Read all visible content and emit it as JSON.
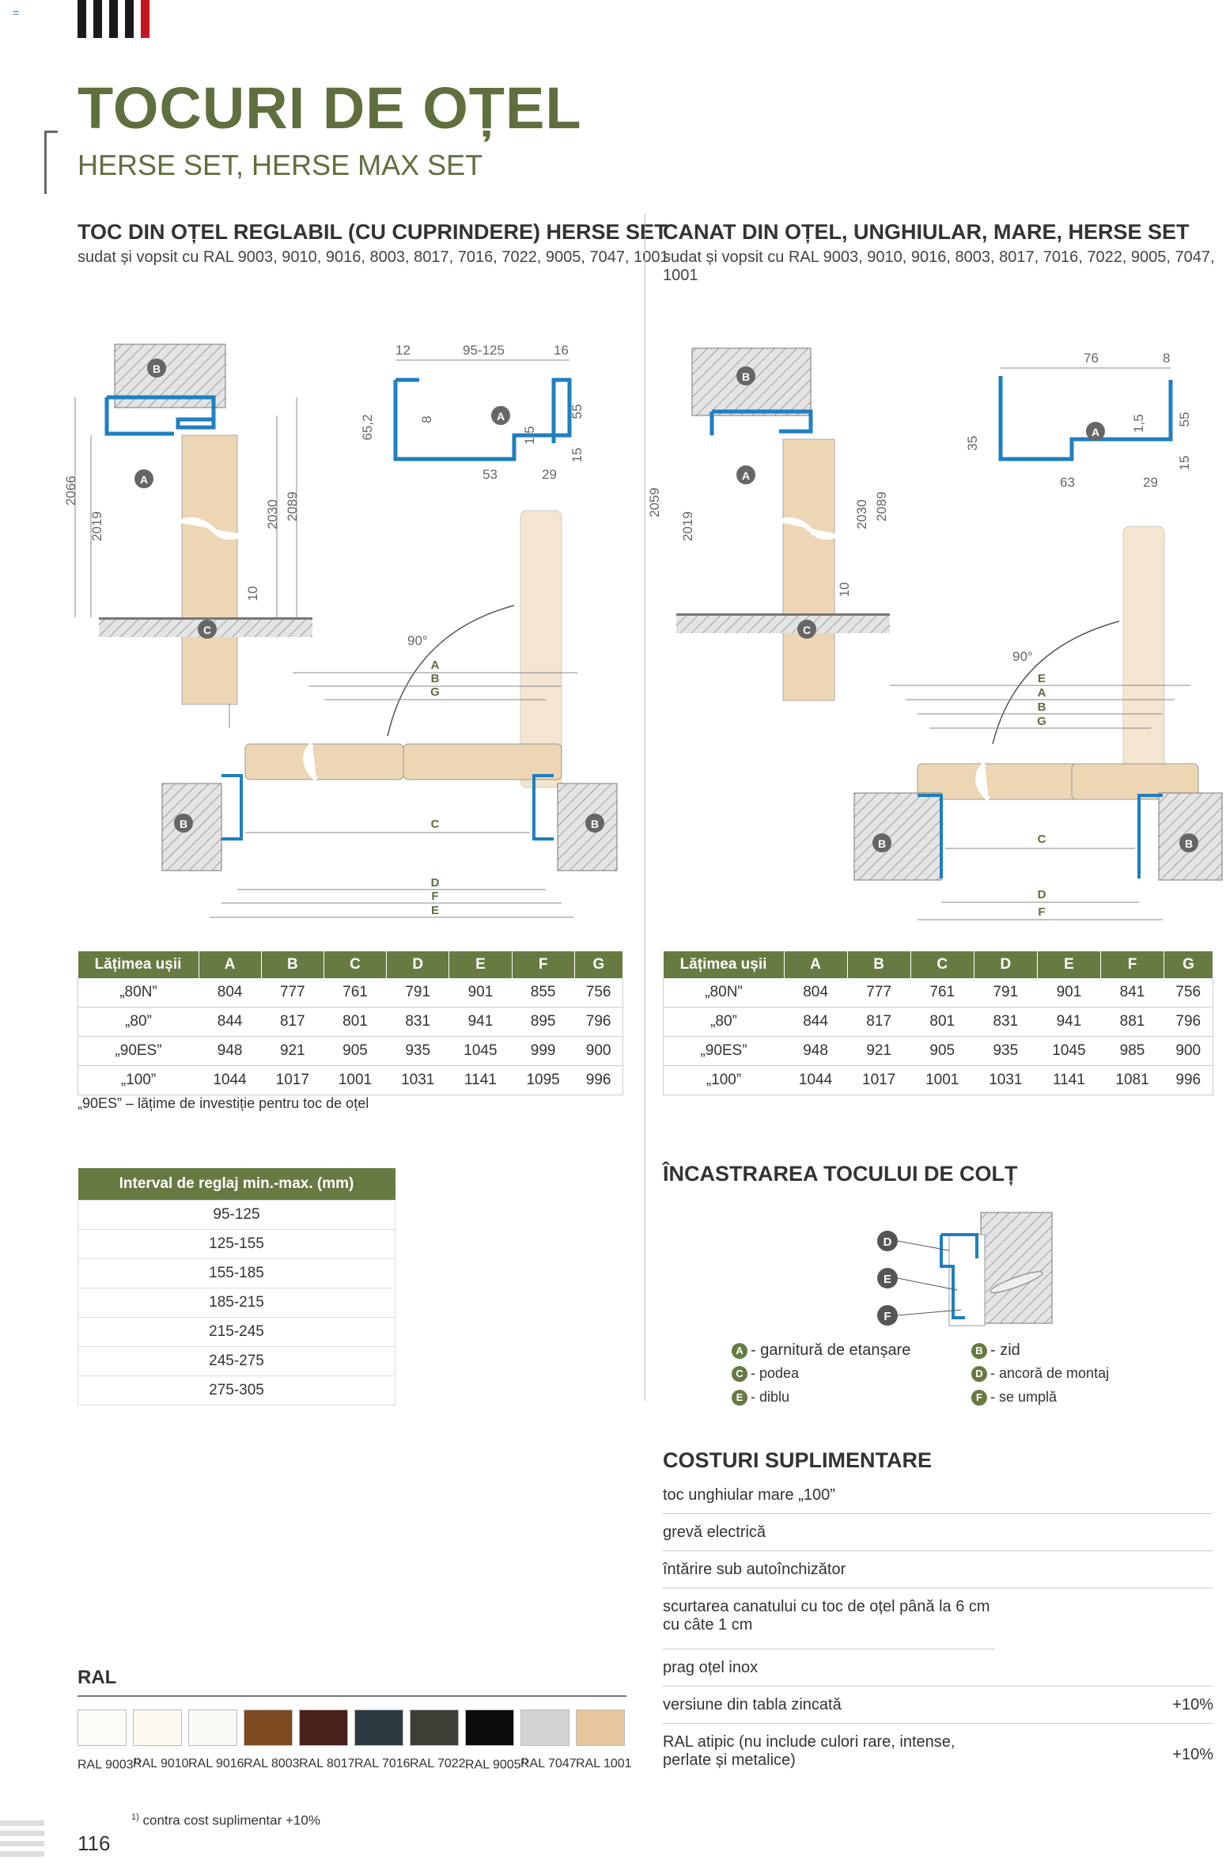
{
  "header": {
    "page_marker": "=",
    "title": "TOCURI DE OȚEL",
    "subtitle": "HERSE SET, HERSE MAX SET"
  },
  "left_section": {
    "heading": "TOC DIN OȚEL REGLABIL (CU CUPRINDERE) HERSE SET",
    "subheading": "sudat și vopsit cu RAL 9003, 9010, 9016, 8003, 8017, 7016, 7022, 9005, 7047, 1001"
  },
  "right_section": {
    "heading": "CANAT DIN OȚEL, UNGHIULAR, MARE, HERSE SET",
    "subheading": "sudat și vopsit cu RAL 9003, 9010, 9016, 8003, 8017, 7016, 7022, 9005, 7047, 1001"
  },
  "left_drawing": {
    "heights": [
      "2066",
      "2019",
      "2030",
      "2089",
      "10"
    ],
    "profile_dims": [
      "12",
      "95-125",
      "16",
      "65,2",
      "8",
      "1,5",
      "55",
      "15",
      "53",
      "29"
    ],
    "angle": "90°",
    "letters": [
      "A",
      "B",
      "C",
      "D",
      "E",
      "F",
      "G"
    ]
  },
  "right_drawing": {
    "heights": [
      "2059",
      "2019",
      "2030",
      "2089",
      "10"
    ],
    "profile_dims": [
      "76",
      "8",
      "35",
      "1,5",
      "55",
      "15",
      "63",
      "29"
    ],
    "angle": "90°"
  },
  "table_left": {
    "headers": [
      "Lățimea ușii",
      "A",
      "B",
      "C",
      "D",
      "E",
      "F",
      "G"
    ],
    "rows": [
      [
        "„80N”",
        "804",
        "777",
        "761",
        "791",
        "901",
        "855",
        "756"
      ],
      [
        "„80”",
        "844",
        "817",
        "801",
        "831",
        "941",
        "895",
        "796"
      ],
      [
        "„90ES”",
        "948",
        "921",
        "905",
        "935",
        "1045",
        "999",
        "900"
      ],
      [
        "„100”",
        "1044",
        "1017",
        "1001",
        "1031",
        "1141",
        "1095",
        "996"
      ]
    ],
    "note": "„90ES” – lățime de investiție pentru toc de oțel"
  },
  "table_right": {
    "headers": [
      "Lățimea ușii",
      "A",
      "B",
      "C",
      "D",
      "E",
      "F",
      "G"
    ],
    "rows": [
      [
        "„80N”",
        "804",
        "777",
        "761",
        "791",
        "901",
        "841",
        "756"
      ],
      [
        "„80”",
        "844",
        "817",
        "801",
        "831",
        "941",
        "881",
        "796"
      ],
      [
        "„90ES”",
        "948",
        "921",
        "905",
        "935",
        "1045",
        "985",
        "900"
      ],
      [
        "„100”",
        "1044",
        "1017",
        "1001",
        "1031",
        "1141",
        "1081",
        "996"
      ]
    ]
  },
  "interval_table": {
    "header": "Interval de reglaj min.-max. (mm)",
    "rows": [
      "95-125",
      "125-155",
      "155-185",
      "185-215",
      "215-245",
      "245-275",
      "275-305"
    ]
  },
  "corner_section": {
    "heading": "ÎNCASTRAREA TOCULUI DE COLȚ",
    "legend": [
      {
        "key": "A",
        "text": "- garnitură de etanșare"
      },
      {
        "key": "B",
        "text": "- zid"
      },
      {
        "key": "C",
        "text": "- podea"
      },
      {
        "key": "D",
        "text": "- ancoră de montaj"
      },
      {
        "key": "E",
        "text": "- diblu"
      },
      {
        "key": "F",
        "text": "- se umplă"
      }
    ]
  },
  "costs": {
    "heading": "COSTURI SUPLIMENTARE",
    "items": [
      {
        "label": "toc unghiular mare „100”",
        "price": ""
      },
      {
        "label": "grevă electrică",
        "price": ""
      },
      {
        "label": "întărire sub autoînchizător",
        "price": ""
      },
      {
        "label": "scurtarea canatului cu toc de oțel până la 6 cm cu câte 1 cm",
        "price": ""
      },
      {
        "label": "prag oțel inox",
        "price": ""
      },
      {
        "label": "versiune din tabla zincată",
        "price": "+10%"
      },
      {
        "label": "RAL atipic (nu include culori rare, intense, perlate și metalice)",
        "price": "+10%"
      }
    ]
  },
  "ral": {
    "heading": "RAL",
    "swatches": [
      {
        "label": "RAL 9003",
        "sup": "1)",
        "color": "#fbfbf7"
      },
      {
        "label": "RAL 9010",
        "sup": "",
        "color": "#fbf9f0"
      },
      {
        "label": "RAL 9016",
        "sup": "",
        "color": "#fafaf5"
      },
      {
        "label": "RAL 8003",
        "sup": "",
        "color": "#7e4a22"
      },
      {
        "label": "RAL 8017",
        "sup": "",
        "color": "#4a201a"
      },
      {
        "label": "RAL 7016",
        "sup": "",
        "color": "#2e3a42"
      },
      {
        "label": "RAL 7022",
        "sup": "",
        "color": "#3d3f36"
      },
      {
        "label": "RAL 9005",
        "sup": "1)",
        "color": "#0c0c0c"
      },
      {
        "label": "RAL 7047",
        "sup": "",
        "color": "#d2d2d2"
      },
      {
        "label": "RAL 1001",
        "sup": "",
        "color": "#e6c79d"
      }
    ],
    "footnote_sup": "1)",
    "footnote": "contra cost suplimentar +10%"
  },
  "footer": {
    "page_number": "116"
  },
  "colors": {
    "accent": "#5f6f3d",
    "table_header": "#667a42",
    "frame_blue": "#1f7fc1",
    "wood": "#edd6b4"
  }
}
